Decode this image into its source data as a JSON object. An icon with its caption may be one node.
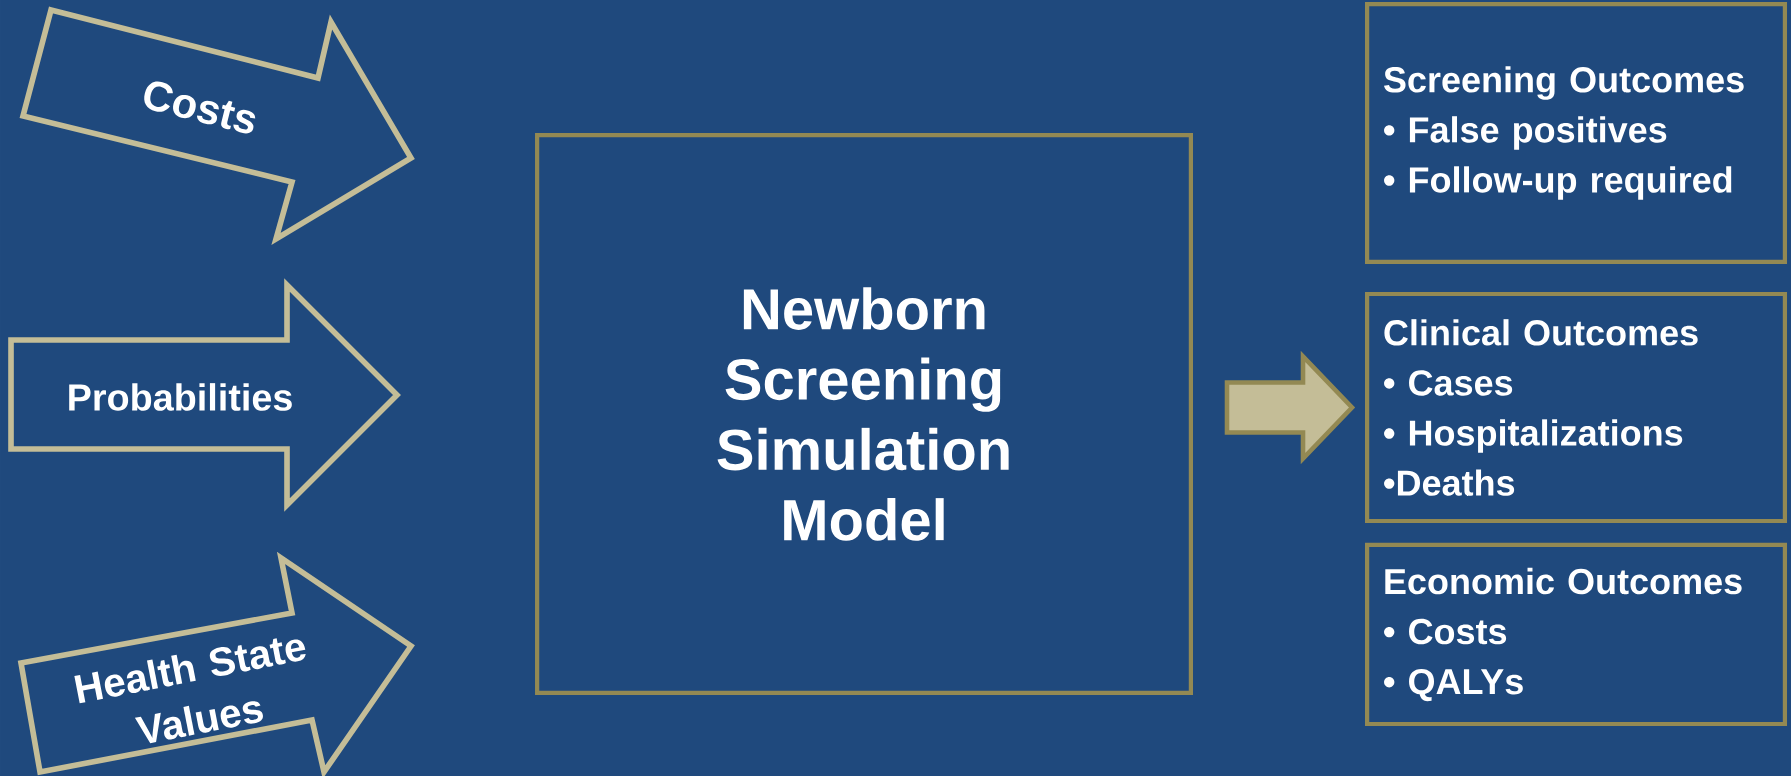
{
  "diagram": {
    "nodes": [
      {
        "text": [
          "Costs"
        ]
      },
      {
        "text": [
          "Probabilities"
        ]
      },
      {
        "text": [
          "Health State Values"
        ]
      },
      {
        "text": [
          "Newborn Screening Simulation Model"
        ]
      },
      {
        "text": [
          "Screening Outcomes",
          "• False positives",
          "• Follow-up required"
        ]
      },
      {
        "text": [
          "Clinical Outcomes",
          "• Cases",
          "• Hospitalizations",
          "•Deaths"
        ]
      },
      {
        "text": [
          "Economic Outcomes",
          "• Costs",
          "• QALYs"
        ]
      }
    ],
    "edges": [
      {
        "from": 3,
        "to": 5,
        "arrow": "to"
      }
    ]
  }
}
